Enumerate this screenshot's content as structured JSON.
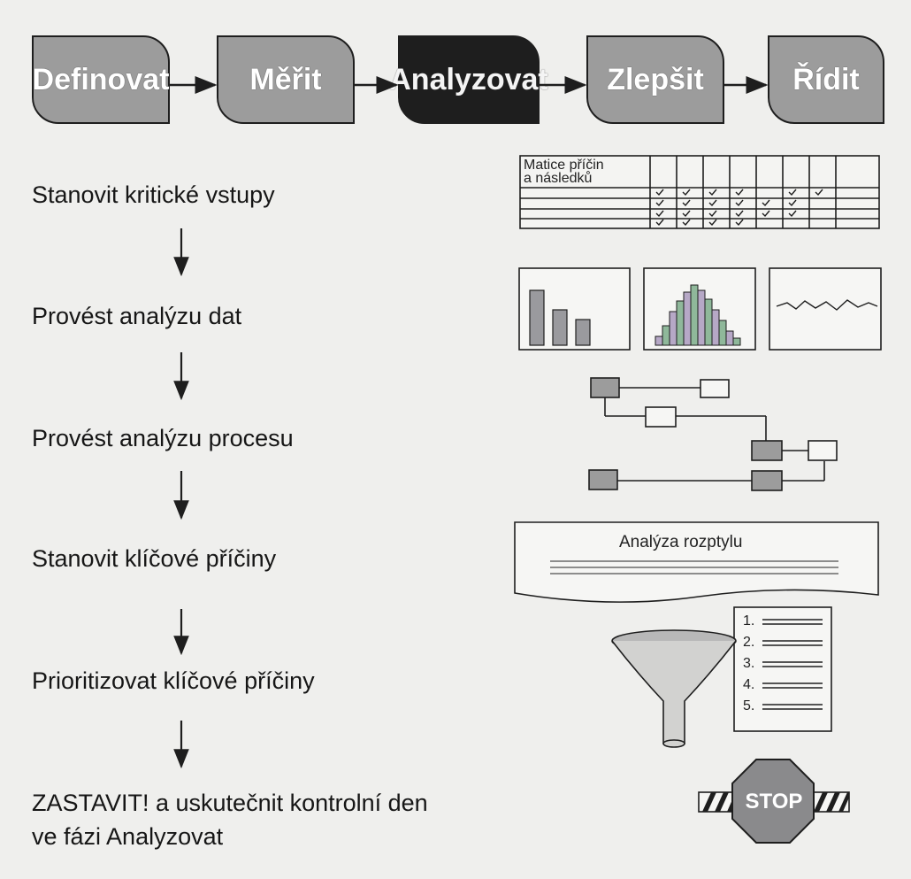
{
  "phases": [
    "Definovat",
    "Měřit",
    "Analyzovat",
    "Zlepšit",
    "Řídit"
  ],
  "active_phase": "Analyzovat",
  "steps": [
    "Stanovit kritické vstupy",
    "Provést analýzu dat",
    "Provést analýzu procesu",
    "Stanovit klíčové příčiny",
    "Prioritizovat klíčové příčiny",
    "ZASTAVIT! a uskutečnit kontrolní den",
    "ve fázi Analyzovat"
  ],
  "illustrations": {
    "matrix_title_line1": "Matice příčin",
    "matrix_title_line2": "a následků",
    "scatter_doc_title": "Analýza rozptylu",
    "priority_list": [
      "1.",
      "2.",
      "3.",
      "4.",
      "5."
    ],
    "stop_sign": "STOP"
  },
  "colors": {
    "phase_fill": "#9c9c9c",
    "active_phase_fill": "#1e1e1e",
    "bar_fill": "#9a9a9e",
    "histogram_green": "#8fb89a",
    "histogram_purple": "#b6a8c6"
  }
}
